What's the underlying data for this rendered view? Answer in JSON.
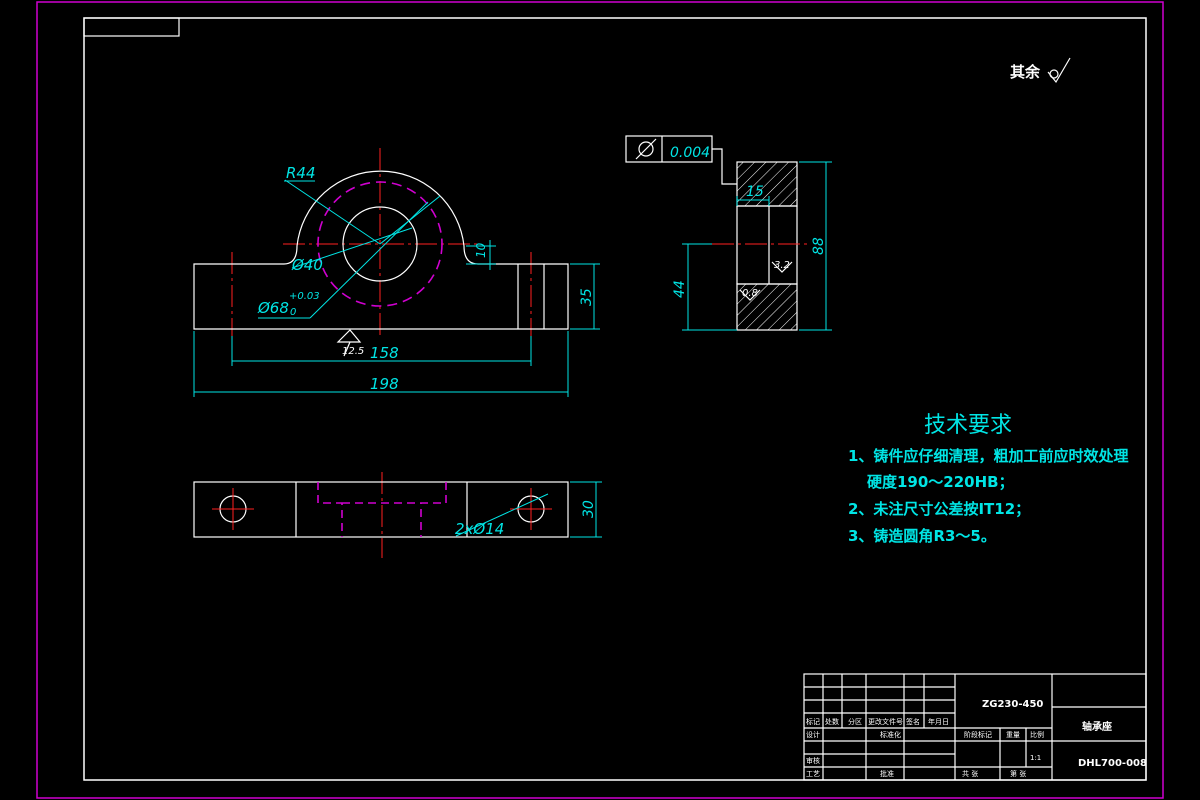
{
  "roughness_note": "其余",
  "tolerance": {
    "value": "0.004"
  },
  "dimensions": {
    "r44": "R44",
    "d40": "Ø40",
    "d68": "Ø68",
    "d68_upper": "+0.03",
    "d68_lower": "0",
    "h10": "10",
    "h35": "35",
    "w158": "158",
    "w198": "198",
    "rough_12_5": "12.5",
    "side_15": "15",
    "side_88": "88",
    "side_44": "44",
    "rough_3_2": "3.2",
    "rough_0_8": "0.8",
    "holes": "2xØ14",
    "h30": "30"
  },
  "tech_requirements": {
    "title": "技术要求",
    "items": [
      "1、铸件应仔细清理，粗加工前应时效处理",
      "硬度190～220HB；",
      "2、未注尺寸公差按IT12；",
      "3、铸造圆角R3～5。"
    ]
  },
  "title_block": {
    "material": "ZG230-450",
    "part_name": "轴承座",
    "drawing_no": "DHL700-008",
    "row_labels": [
      "标记",
      "处数",
      "分区",
      "更改文件号",
      "签名",
      "年月日"
    ],
    "design": "设计",
    "standardize": "标准化",
    "stage_mark": "阶段标记",
    "weight": "重量",
    "scale": "比例",
    "scale_value": "1:1",
    "review": "审核",
    "process": "工艺",
    "approve": "批准",
    "sheets_total": "共 张",
    "sheet_no": "第 张"
  }
}
